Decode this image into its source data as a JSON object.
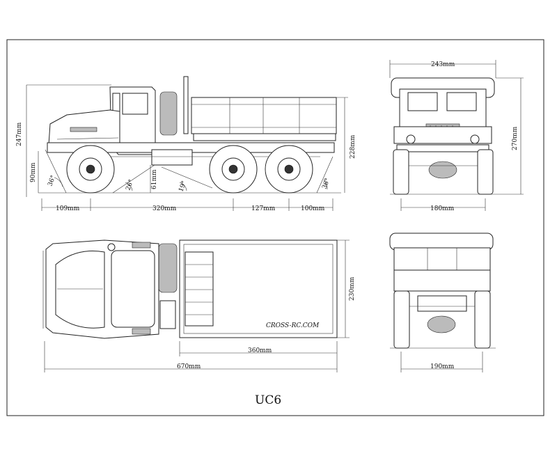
{
  "title": "UC6",
  "brand_text": "CROSS-RC.COM",
  "dimensions": {
    "height_total": "247mm",
    "ground_clearance": "90mm",
    "angle_front": "36°",
    "angle_breakover_front": "26°",
    "hitch_height": "61mm",
    "angle_breakover_rear": "19°",
    "angle_rear": "36°",
    "bed_height": "228mm",
    "front_overhang": "109mm",
    "wheelbase_front": "320mm",
    "wheelbase_rear": "127mm",
    "rear_overhang": "100mm",
    "width_front": "243mm",
    "height_front": "270mm",
    "track_front": "180mm",
    "bed_width": "230mm",
    "bed_length": "360mm",
    "length_total": "670mm",
    "track_rear": "190mm"
  }
}
